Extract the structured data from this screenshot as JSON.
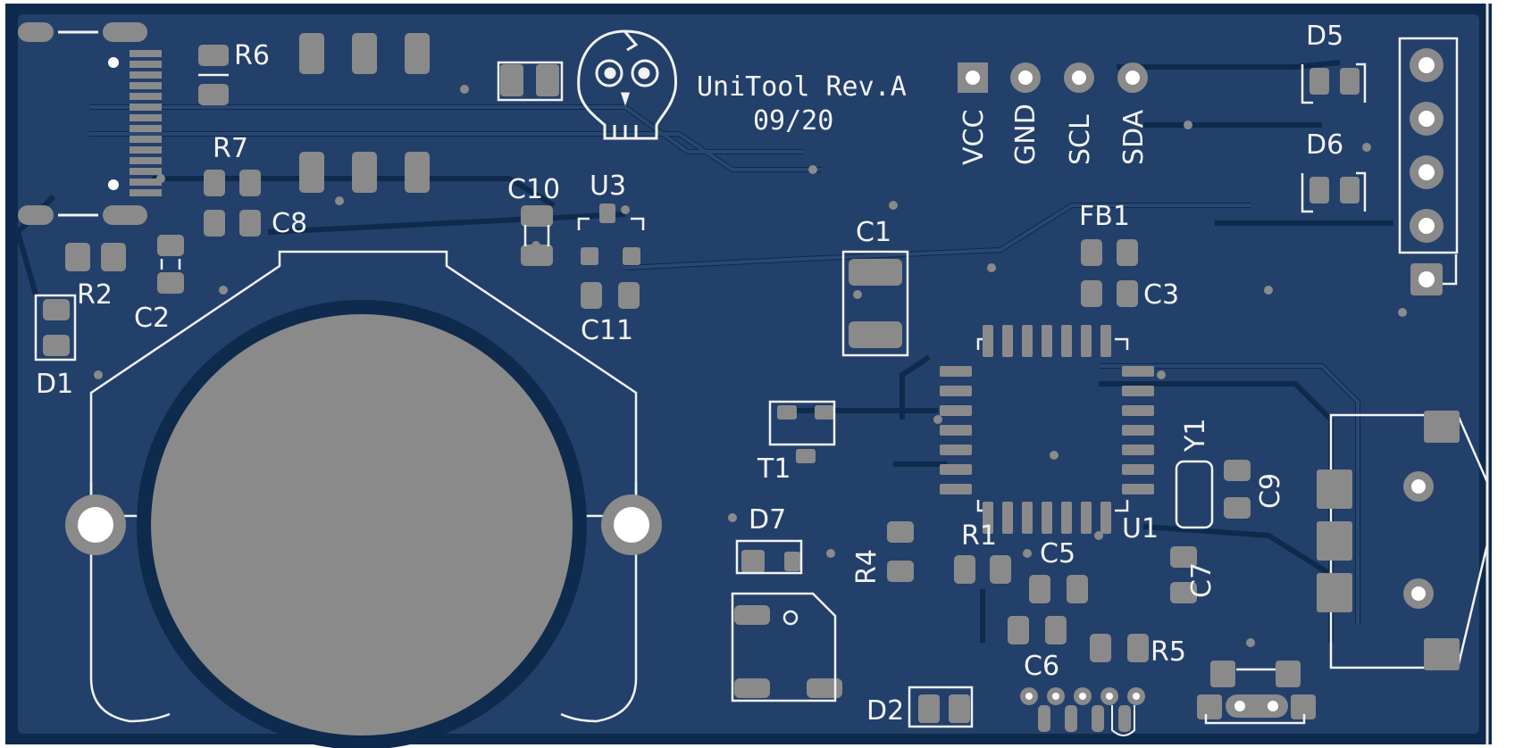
{
  "board": {
    "title": "UniTool Rev.A",
    "date": "09/20",
    "colors": {
      "substrate": "#0e2a4c",
      "copper_fill": "#22406a",
      "trace": "#26456f",
      "pad": "#8a8a8a",
      "silkscreen": "#f2f2f2",
      "drill": "#ffffff"
    }
  },
  "header_pins": [
    "VCC",
    "GND",
    "SCL",
    "SDA"
  ],
  "labels": {
    "R6": "R6",
    "R7": "R7",
    "C8": "C8",
    "R2": "R2",
    "C2": "C2",
    "D1": "D1",
    "C10": "C10",
    "U3": "U3",
    "C11": "C11",
    "C1": "C1",
    "FB1": "FB1",
    "C3": "C3",
    "D5": "D5",
    "D6": "D6",
    "T1": "T1",
    "D7": "D7",
    "R4": "R4",
    "R1": "R1",
    "C5": "C5",
    "C6": "C6",
    "R5": "R5",
    "D2": "D2",
    "U1": "U1",
    "Y1": "Y1",
    "C7": "C7",
    "C9": "C9"
  },
  "icons": [
    "skull-logo-icon",
    "coin-cell-battery-icon",
    "usb-connector-icon"
  ]
}
